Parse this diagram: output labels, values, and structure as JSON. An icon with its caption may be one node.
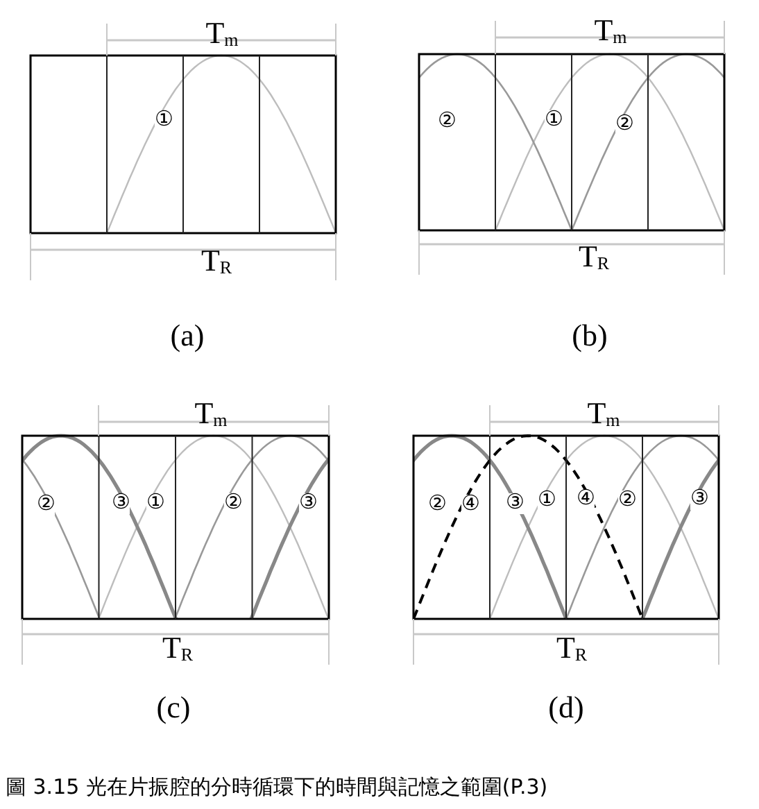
{
  "diagram": {
    "caption": "圖 3.15 光在片振腔的分時循環下的時間與記憶之範圍(P.3)",
    "labels": [
      "T$_{m}$",
      "①",
      "T$_{R}$",
      "(a)",
      "T$_{m}$",
      "②",
      "①",
      "②",
      "T$_{R}$",
      "(b)",
      "T$_{m}$",
      "②",
      "③",
      "①",
      "②",
      "③",
      "T$_{R}$",
      "(c)",
      "T$_{m}$",
      "②",
      "④",
      "③",
      "①",
      "④",
      "②",
      "③",
      "T$_{R}$",
      "(d)"
    ]
  }
}
